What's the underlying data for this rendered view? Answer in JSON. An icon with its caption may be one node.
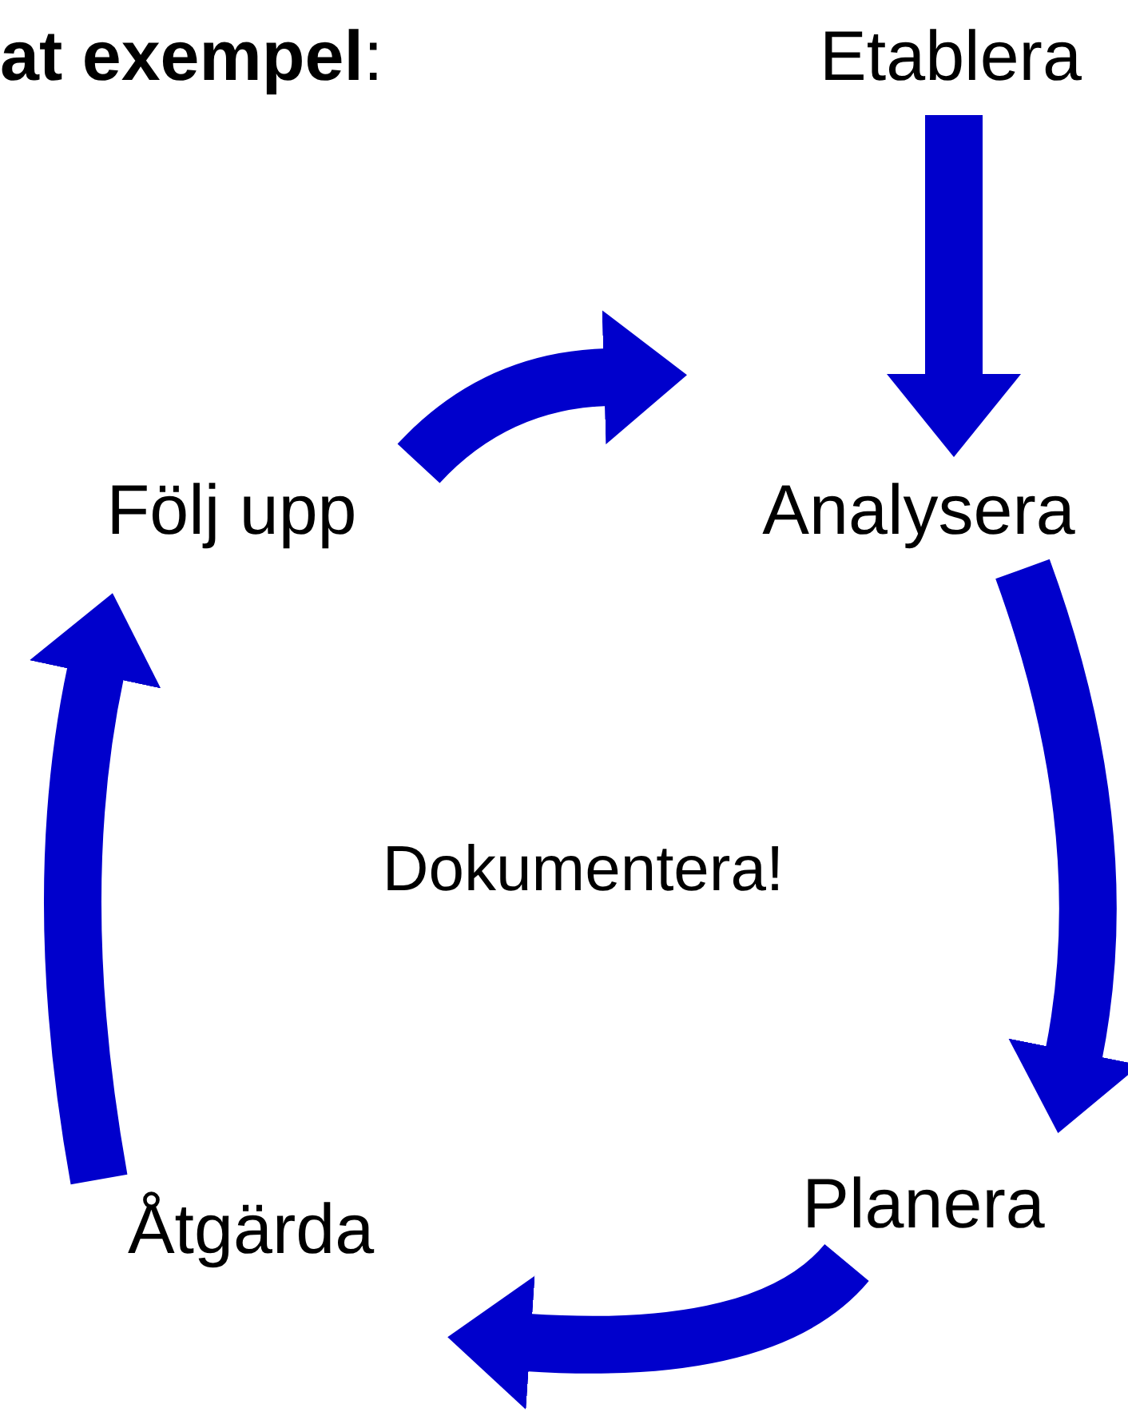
{
  "diagram": {
    "title": "**at exempel**:",
    "nodes": [
      {
        "text": [
          "Etablera"
        ]
      },
      {
        "text": [
          "Analysera"
        ]
      },
      {
        "text": [
          "Följ upp"
        ]
      },
      {
        "text": [
          "Planera"
        ]
      },
      {
        "text": [
          "Åtgärda"
        ]
      }
    ],
    "edges": [
      {
        "from": 0,
        "to": 1,
        "arrow": "to"
      },
      {
        "from": 2,
        "to": 1,
        "arrow": "to"
      },
      {
        "from": 1,
        "to": 3,
        "arrow": "to"
      },
      {
        "from": 3,
        "to": 4,
        "arrow": "to"
      },
      {
        "from": 4,
        "to": 2,
        "arrow": "to"
      }
    ],
    "labels": [
      "Dokumentera!"
    ]
  }
}
